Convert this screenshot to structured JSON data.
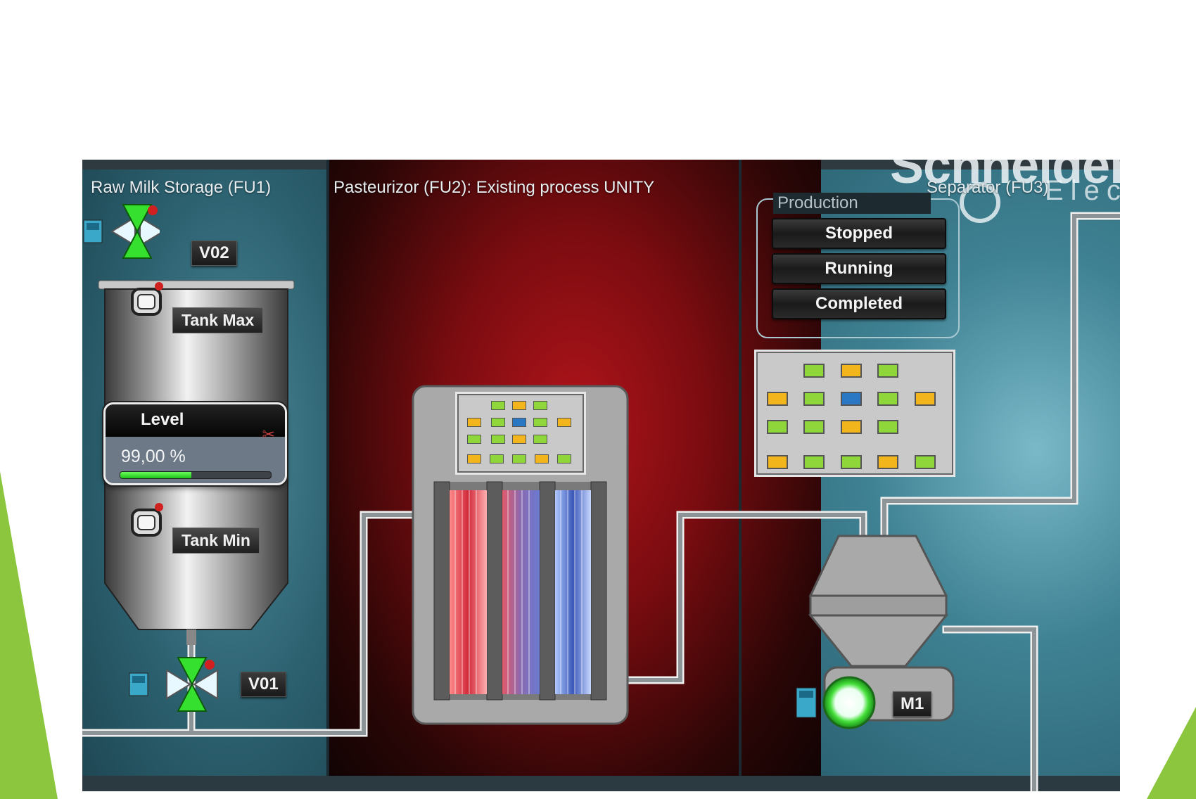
{
  "fu1": {
    "title": "Raw Milk Storage (FU1)",
    "valve_top": "V02",
    "valve_bottom": "V01",
    "tank_max_label": "Tank Max",
    "tank_min_label": "Tank Min",
    "level": {
      "label": "Level",
      "value_text": "99,00 %",
      "bar_fraction": 0.47
    }
  },
  "fu2": {
    "title": "Pasteurizor (FU2): Existing process  UNITY"
  },
  "fu3": {
    "title": "Separator (FU3)",
    "production": {
      "header": "Production",
      "buttons": [
        "Stopped",
        "Running",
        "Completed"
      ]
    },
    "motor_label": "M1"
  },
  "logo": {
    "brand": "Schneider",
    "sub": "Electric"
  },
  "colors": {
    "valve_green": "#2fd12a",
    "cell_green": "#8fd63a",
    "cell_yellow": "#f2b51c",
    "cell_blue": "#2a78c4",
    "slide_accent_green": "#8cc63f"
  }
}
